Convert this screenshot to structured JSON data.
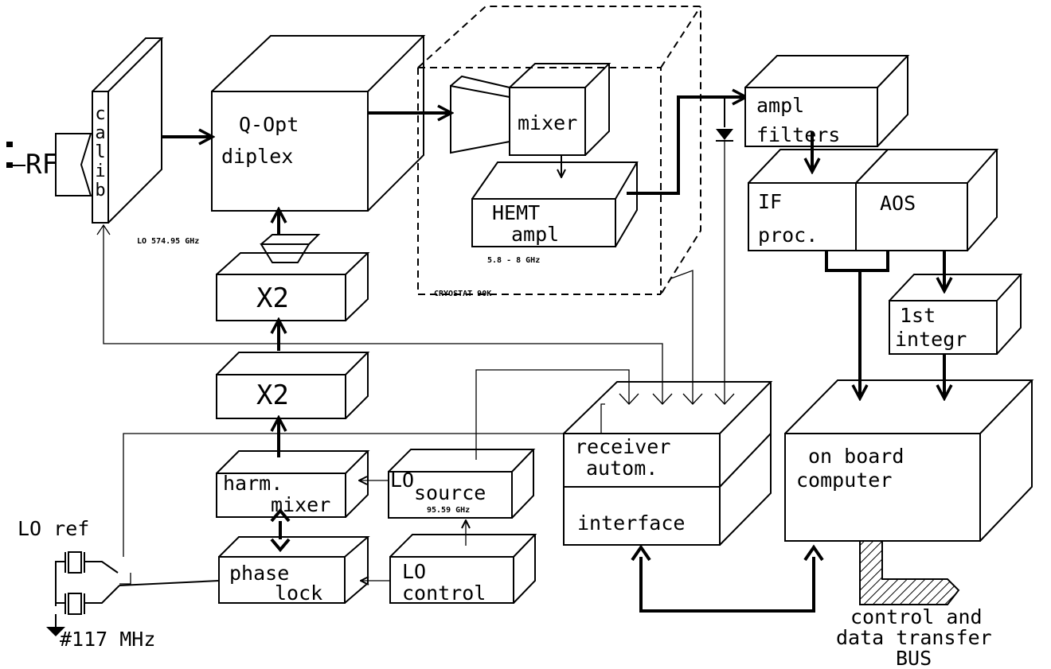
{
  "labels": {
    "rf": "RF",
    "calib": "calib",
    "qopt_l1": "Q-Opt",
    "qopt_l2": "diplex",
    "lo_freq": "LO 574.95 GHz",
    "x2_top": "X2",
    "x2_bottom": "X2",
    "mixer": "mixer",
    "hemt_l1": "HEMT",
    "hemt_l2": "ampl",
    "if_band": "5.8 - 8 GHz",
    "cryostat": "CRYOSTAT 90K",
    "ampl_l1": "ampl",
    "ampl_l2": "filters",
    "if_l1": "IF",
    "if_l2": "proc.",
    "aos": "AOS",
    "integr_l1": "1st",
    "integr_l2": "integr",
    "recv_l1": "receiver",
    "recv_l2": "autom.",
    "interface": "interface",
    "obc_l1": "on board",
    "obc_l2": "computer",
    "harm_l1": "harm.",
    "harm_l2": "mixer",
    "lo_src_l1": "LO",
    "lo_src_l2": "source",
    "lo_src_freq": "95.59 GHz",
    "phase_l1": "phase",
    "phase_l2": "lock",
    "loctl_l1": "LO",
    "loctl_l2": "control",
    "lo_ref": "LO ref",
    "ref_freq": "#117 MHz",
    "bus_l1": "control and",
    "bus_l2": "data transfer",
    "bus_l3": "BUS"
  },
  "colors": {
    "ink": "#000000",
    "paper": "#ffffff"
  }
}
